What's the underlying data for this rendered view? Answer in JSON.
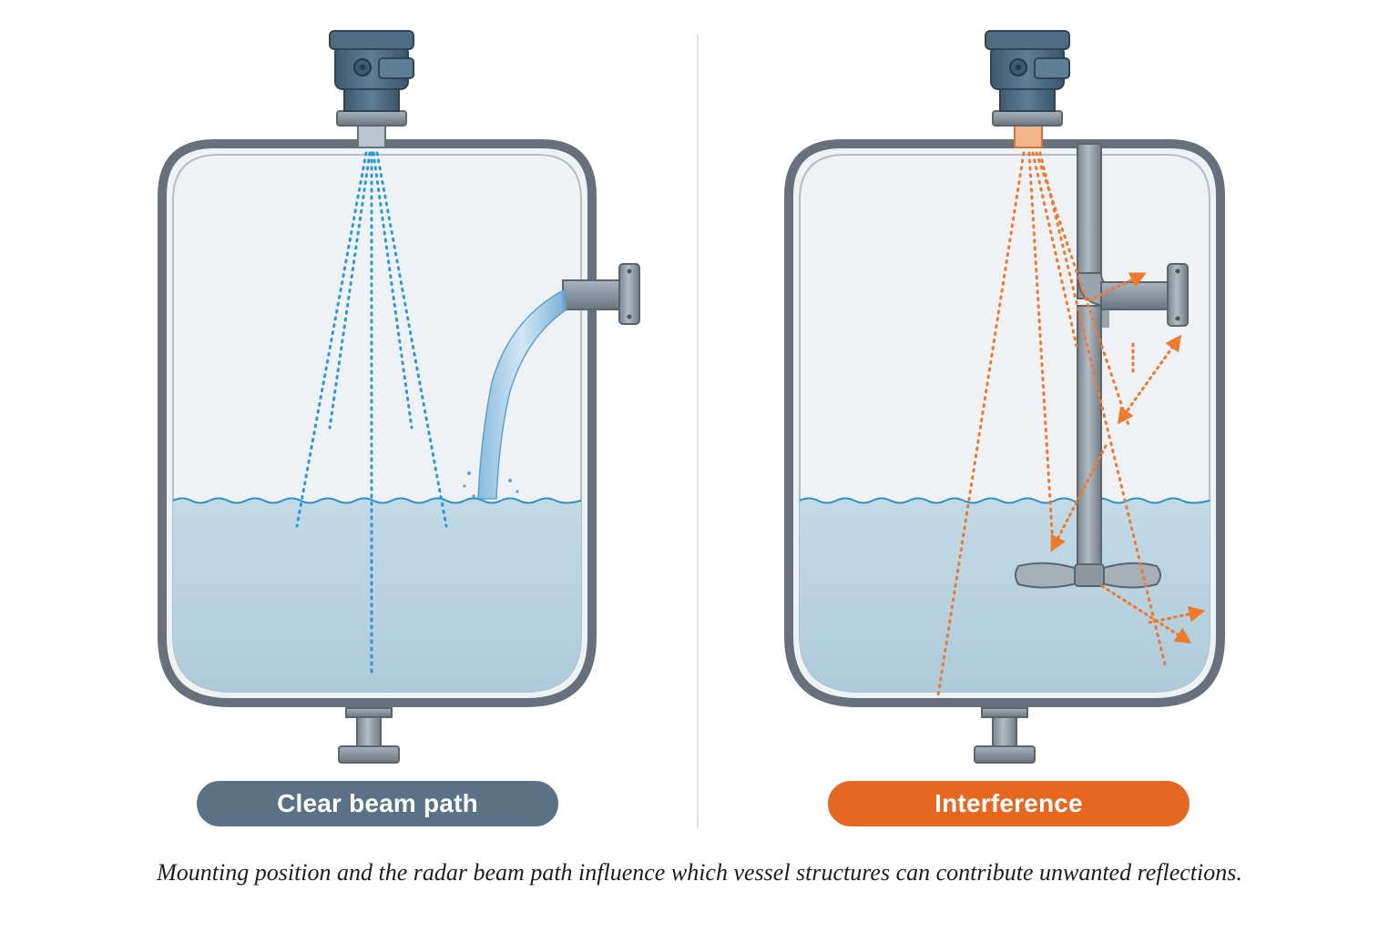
{
  "labels": {
    "left": "Clear beam path",
    "right": "Interference"
  },
  "caption": "Mounting position and the radar beam path influence which vessel structures can contribute unwanted reflections.",
  "colors": {
    "clear_badge": "#5b7185",
    "interference_badge": "#e6671f",
    "clear_beam": "#2a9ad6",
    "interference_beam": "#ef7a2e",
    "liquid": "#bcd6e3",
    "tank_wall": "#68717b",
    "tank_interior": "#eef2f5"
  },
  "icons": {
    "transmitter": "radar-level-transmitter-icon",
    "nozzle": "side-inlet-nozzle-icon",
    "agitator": "agitator-shaft-icon",
    "reflection": "reflection-arrow-icon"
  }
}
